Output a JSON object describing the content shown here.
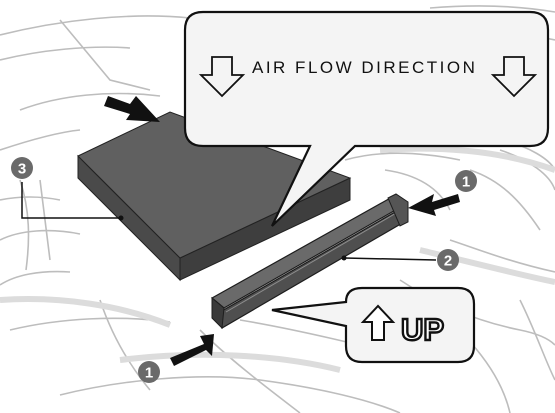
{
  "callout": {
    "text": "AIR FLOW DIRECTION",
    "arrow_icon": "hollow-down-arrow-icon"
  },
  "up_label": {
    "text": "UP",
    "arrow_icon": "hollow-up-arrow-icon"
  },
  "badges": [
    {
      "id": "badge-3",
      "label": "3"
    },
    {
      "id": "badge-1-top",
      "label": "1"
    },
    {
      "id": "badge-2",
      "label": "2"
    },
    {
      "id": "badge-1-bottom",
      "label": "1"
    }
  ],
  "colors": {
    "filter_top": "#5f5f5f",
    "filter_side": "#474747",
    "callout_fill": "#f4f4f4",
    "background_line": "#c8c8c8",
    "badge_fill": "#6a6a6a"
  }
}
